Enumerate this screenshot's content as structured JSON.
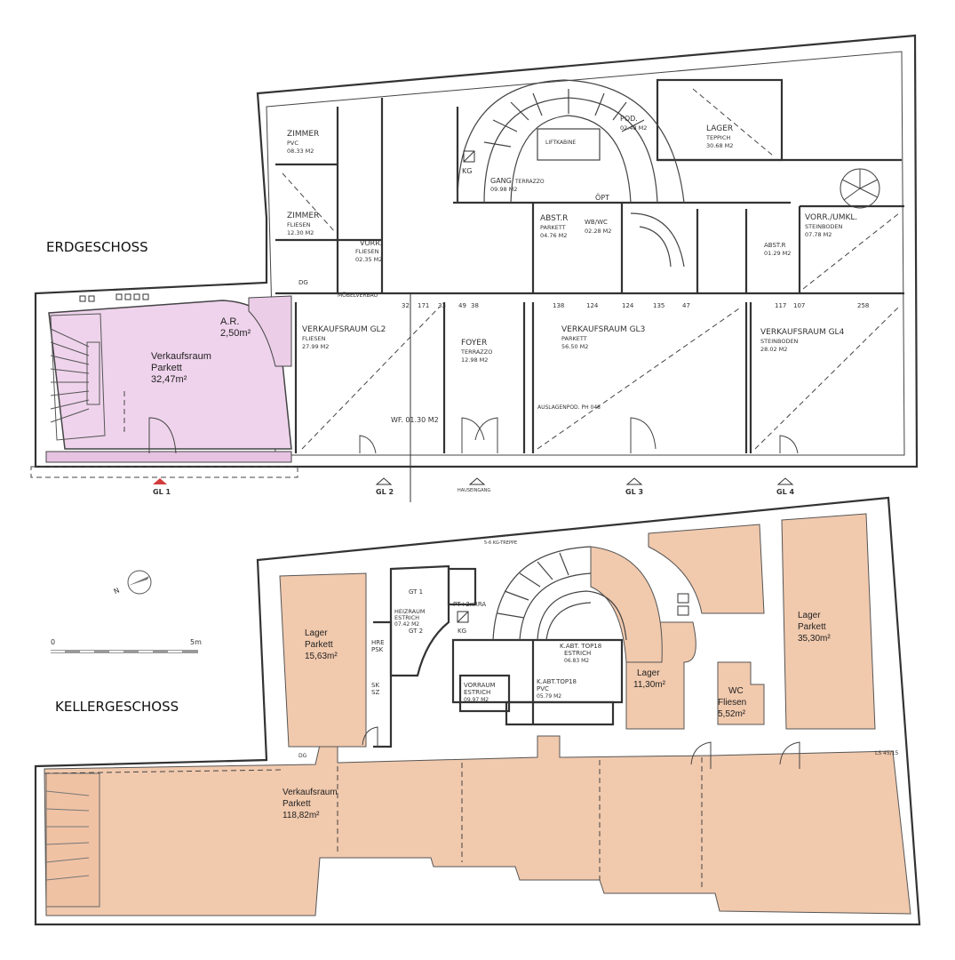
{
  "floors": {
    "ground": {
      "title": "ERDGESCHOSS",
      "rooms": [
        {
          "name": "Verkaufsraum",
          "floor": "Parkett",
          "area": "32,47m²"
        },
        {
          "name": "A.R.",
          "area": "2,50m²"
        },
        {
          "name": "VERKAUFSRAUM GL2",
          "floor": "FLIESEN",
          "area": "27.99 M2"
        },
        {
          "name": "FOYER",
          "floor": "TERRAZZO",
          "area": "12.98 M2"
        },
        {
          "name": "VERKAUFSRAUM GL3",
          "floor": "PARKETT",
          "area": "56.50 M2"
        },
        {
          "name": "VERKAUFSRAUM GL4",
          "floor": "STEINBODEN",
          "area": "28.02 M2"
        },
        {
          "name": "ZIMMER",
          "floor": "PVC",
          "area": "08.33 M2"
        },
        {
          "name": "ZIMMER",
          "floor": "FLIESEN",
          "area": "12.30 M2"
        },
        {
          "name": "GANG",
          "floor": "TERRAZZO",
          "area": "09.98 M2"
        },
        {
          "name": "POD.",
          "area": "02.48 M2"
        },
        {
          "name": "LAGER",
          "floor": "TEPPICH",
          "area": "30.68 M2"
        },
        {
          "name": "ABST.R",
          "floor": "PARKETT",
          "area": "04.76 M2"
        },
        {
          "name": "WB/WC",
          "area": "02.28 M2"
        },
        {
          "name": "VORR.",
          "floor": "FLIESEN",
          "area": "02.35 M2"
        },
        {
          "name": "VORR./UMKL.",
          "floor": "STEINBODEN",
          "area": "07.78 M2"
        },
        {
          "name": "ABST.R",
          "area": "01.29 M2"
        }
      ],
      "misc": {
        "liftkabine": "LIFTKABINE",
        "kg": "KG",
        "oept": "ÖPT",
        "dg": "DG",
        "wf": "WF. 01.30 M2",
        "mobel": "MÖBELVERBAU",
        "ausla": "AUSLAGENPOD. PH 048"
      },
      "entrances": [
        "GL 1",
        "GL 2",
        "HAUSEINGANG",
        "GL 3",
        "GL 4"
      ],
      "dims_top": [
        "32",
        "171",
        "33",
        "49",
        "38",
        "124",
        "138",
        "124",
        "124",
        "135",
        "47",
        "117",
        "107",
        "258"
      ]
    },
    "basement": {
      "title": "KELLERGESCHOSS",
      "rooms": [
        {
          "name": "Lager",
          "floor": "Parkett",
          "area": "15,63m²"
        },
        {
          "name": "Lager",
          "area": "11,30m²"
        },
        {
          "name": "WC",
          "floor": "Fliesen",
          "area": "5,52m²"
        },
        {
          "name": "Lager",
          "floor": "Parkett",
          "area": "35,30m²"
        },
        {
          "name": "Verkaufsraum",
          "floor": "Parkett",
          "area": "118,82m²"
        },
        {
          "name": "HEIZRAUM",
          "floor": "ESTRICH",
          "area": "07.42 M2"
        },
        {
          "name": "VORRAUM",
          "floor": "ESTRICH",
          "area": "09.97 M2"
        },
        {
          "name": "K.ABT. TOP18",
          "floor": "ESTRICH",
          "area": "06.83 M2"
        },
        {
          "name": "K.ABT.TOP18",
          "floor": "PVC",
          "area": "05.79 M2"
        }
      ],
      "misc": {
        "gt1": "GT 1",
        "gt2": "GT 2",
        "pt": "PT+2xRRA",
        "kg": "KG",
        "hre": "HRE",
        "psk": "PSK",
        "sk": "SK",
        "sz": "SZ",
        "ls": "LS 45/15",
        "dg": "DG",
        "stair": "5-6 KG-TREPPE"
      }
    }
  },
  "legend": {
    "scale_start": "0",
    "scale_end": "5m",
    "north": "N"
  },
  "colors": {
    "ground_highlight": "#efd3ec",
    "basement_highlight": "#f1c9ad",
    "entrance_marker": "#d23b3b"
  }
}
